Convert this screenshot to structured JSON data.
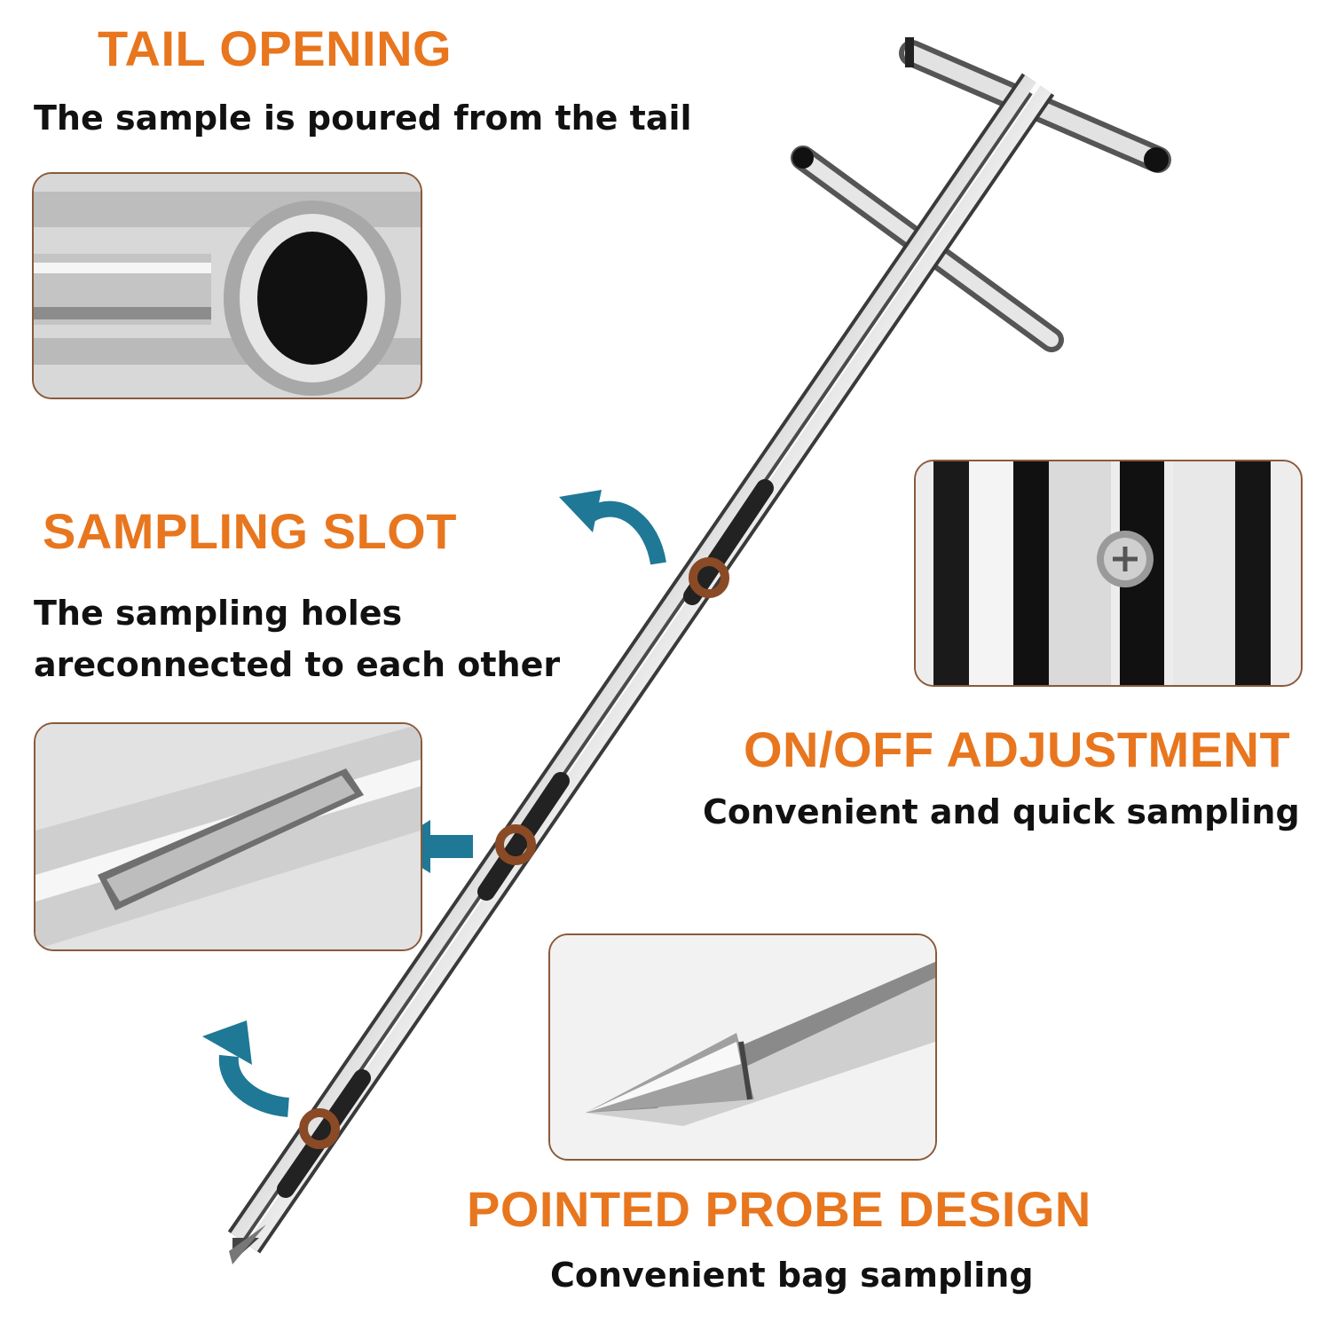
{
  "sections": {
    "tail": {
      "heading": "TAIL OPENING",
      "text": "The sample is poured from the tail"
    },
    "slot": {
      "heading": "SAMPLING SLOT",
      "line1": "The sampling holes",
      "line2": "areconnected to each other"
    },
    "adjust": {
      "heading": "ON/OFF ADJUSTMENT",
      "text": "Convenient and quick sampling"
    },
    "probe": {
      "heading": "POINTED PROBE DESIGN",
      "text": "Convenient bag sampling"
    }
  },
  "colors": {
    "heading": "#e8761e",
    "arrow": "#1f7896",
    "marker": "#8a4a26",
    "panel_border": "#8a5a3a"
  },
  "icons": [
    "curved-arrow-icon",
    "left-arrow-icon",
    "curved-arrow-icon"
  ]
}
